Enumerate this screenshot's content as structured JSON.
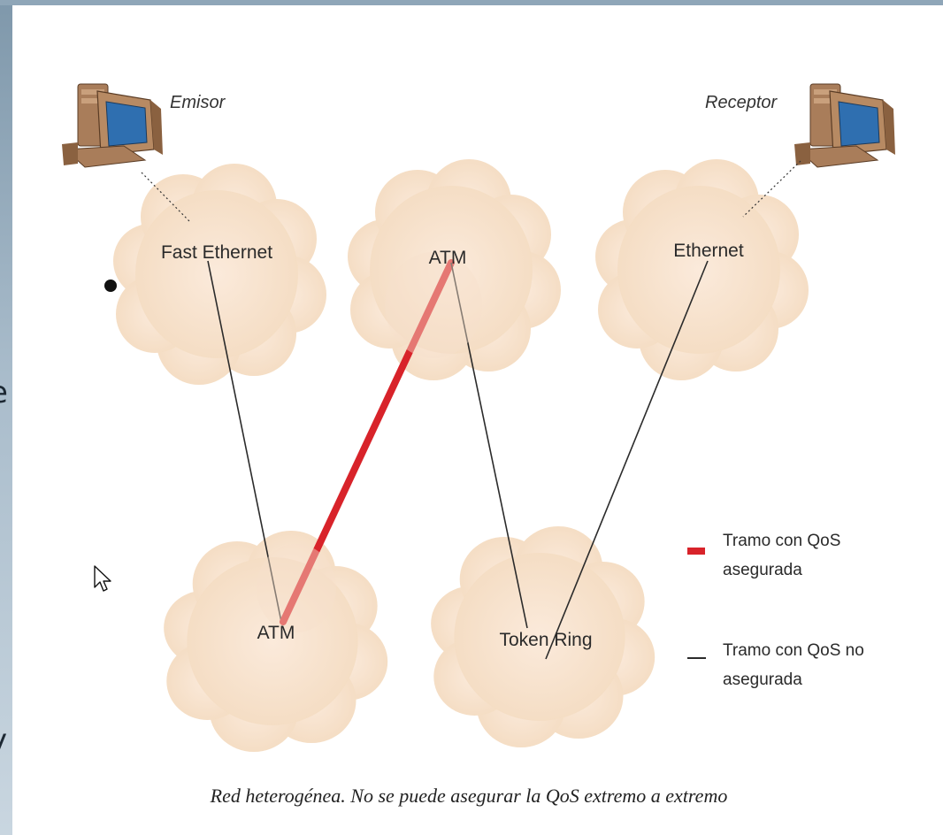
{
  "diagram": {
    "clouds": [
      {
        "id": "fast-ethernet",
        "label": "Fast Ethernet"
      },
      {
        "id": "atm-top",
        "label": "ATM"
      },
      {
        "id": "ethernet",
        "label": "Ethernet"
      },
      {
        "id": "atm-bottom",
        "label": "ATM"
      },
      {
        "id": "token-ring",
        "label": "Token Ring"
      }
    ],
    "emisor_label": "Emisor",
    "receptor_label": "Receptor",
    "links": [
      {
        "from": "Fast Ethernet",
        "to": "ATM",
        "qos": "no asegurada"
      },
      {
        "from": "ATM",
        "to": "ATM",
        "qos": "asegurada"
      },
      {
        "from": "ATM",
        "to": "Token Ring",
        "qos": "no asegurada"
      },
      {
        "from": "Token Ring",
        "to": "Ethernet",
        "qos": "no asegurada"
      }
    ],
    "legend": {
      "qos_assured_line1": "Tramo con QoS",
      "qos_assured_line2": "asegurada",
      "qos_not_assured_line1": "Tramo con QoS no",
      "qos_not_assured_line2": "asegurada"
    },
    "caption": "Red heterogénea. No se puede asegurar la QoS extremo a extremo",
    "colors": {
      "cloud": "#f8e4cf",
      "qos_assured": "#d8232a",
      "qos_not_assured": "#2b2b2b",
      "slide_bg": "#ffffff",
      "frame": "#8fa6b8"
    }
  },
  "bleed_text": {
    "left_char_1": "e",
    "left_char_2": "y"
  }
}
